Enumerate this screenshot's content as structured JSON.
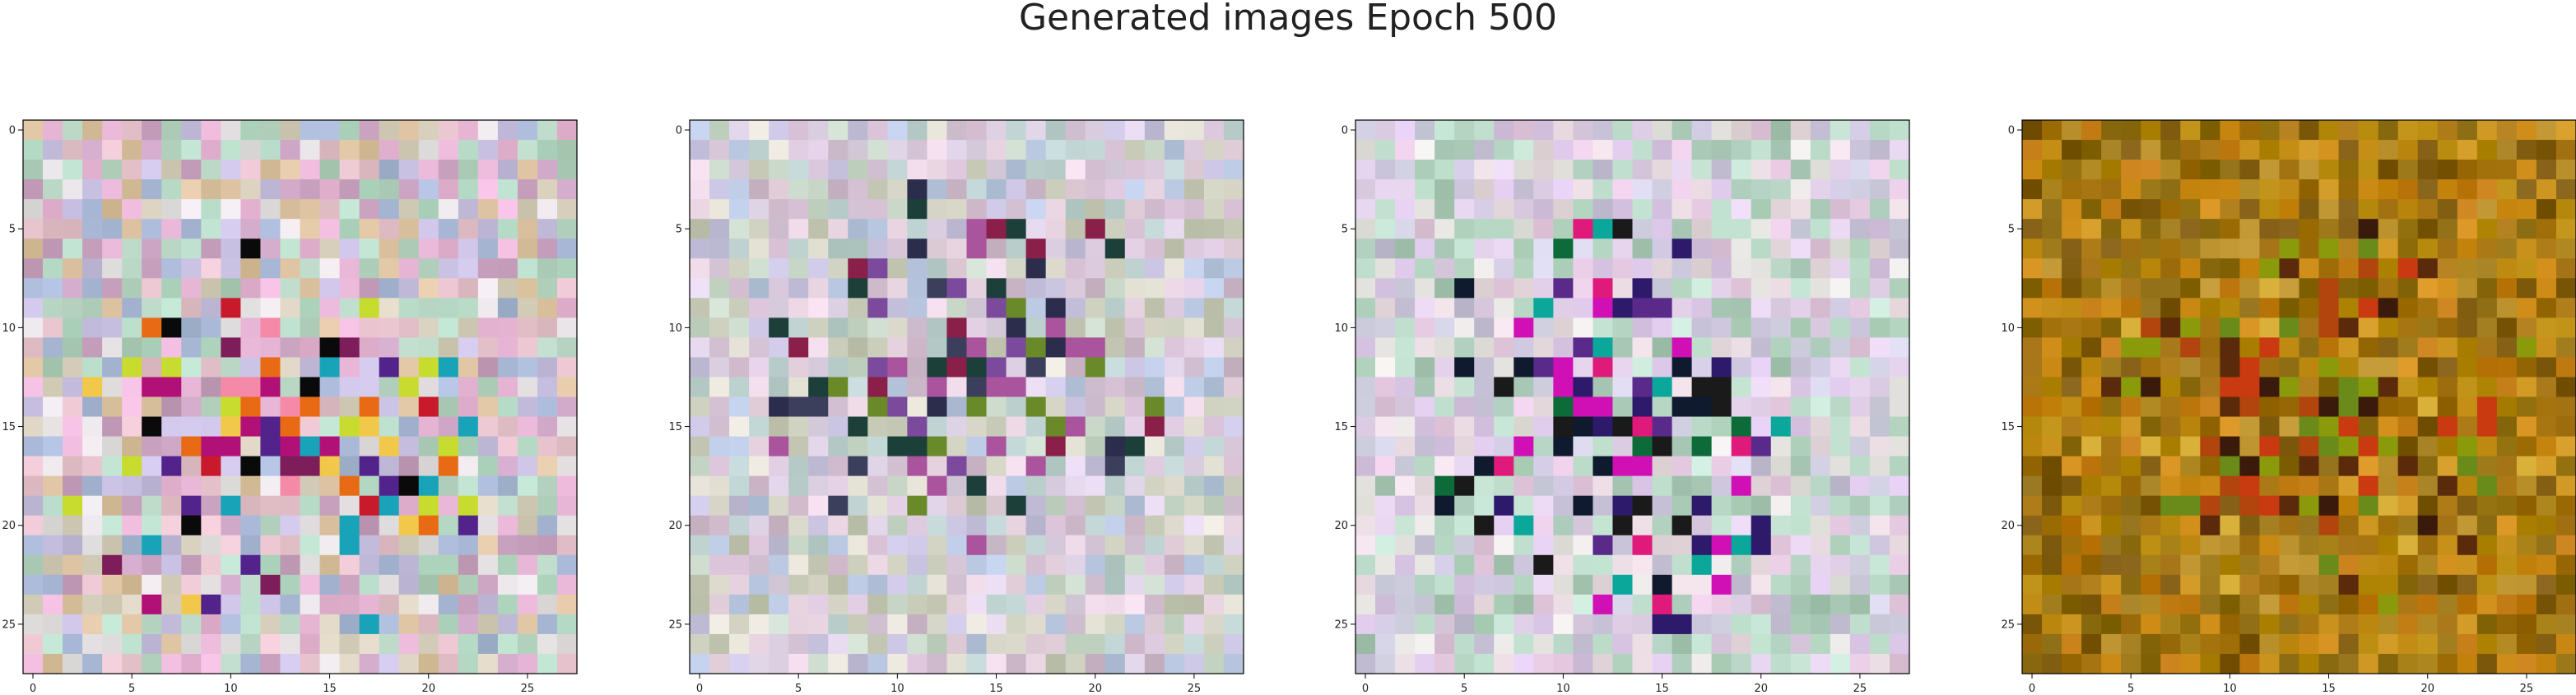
{
  "chart_data": {
    "type": "heatmap",
    "title": "Generated images Epoch 500",
    "grid": false,
    "image_size": 28,
    "xticks": [
      0,
      5,
      10,
      15,
      20,
      25
    ],
    "yticks": [
      0,
      5,
      10,
      15,
      20,
      25
    ],
    "xlim": [
      -0.5,
      27.5
    ],
    "ylim": [
      27.5,
      -0.5
    ],
    "panels": [
      {
        "index": 1,
        "palette": [
          "#e7c3cd",
          "#c7bfe0",
          "#d8d0bd",
          "#b3d1be",
          "#e6e2e4",
          "#c9a2c0",
          "#a9b8d6",
          "#dcc2a0",
          "#e9b7d7",
          "#b8dcc8"
        ],
        "accents": [
          "#c81a2a",
          "#e96a14",
          "#b11177",
          "#7d1d5a",
          "#f2c84a",
          "#52238a",
          "#0a0a0a",
          "#c8db2f",
          "#19a3b8",
          "#f58aa8"
        ],
        "hotspot": [
          16,
          13
        ]
      },
      {
        "index": 2,
        "palette": [
          "#d8c6d9",
          "#c9d8c9",
          "#dfd3e6",
          "#c7c2de",
          "#e3e0d4",
          "#bcd0ce",
          "#d2bccf",
          "#c6c9b6",
          "#ead6e3",
          "#b9c7e0"
        ],
        "accents": [
          "#3c3f5c",
          "#7b4a9c",
          "#8a1f4a",
          "#1d3f3a",
          "#6a8a2a",
          "#a9549d",
          "#2c2c4c"
        ],
        "hotspot": [
          12,
          13
        ]
      },
      {
        "index": 3,
        "palette": [
          "#e3d2ea",
          "#c4e2d2",
          "#d3d2e4",
          "#e4c8df",
          "#c8c2d8",
          "#e8e6e3",
          "#b7d8c4",
          "#dbc7e7",
          "#a9c8b6",
          "#e9dbe1"
        ],
        "accents": [
          "#0f1a2e",
          "#d00fb5",
          "#2d1a6b",
          "#0d6b3a",
          "#0ba79a",
          "#5a2a8a",
          "#1a1a1a",
          "#e01a7a"
        ],
        "hotspot": [
          15,
          13
        ]
      },
      {
        "index": 4,
        "palette": [
          "#c07a12",
          "#b4880a",
          "#9a6a0a",
          "#c9931d",
          "#7e5a0e",
          "#a87612",
          "#d08e1a",
          "#8a6a10",
          "#b88f2a",
          "#9e7a1a"
        ],
        "accents": [
          "#5a2a0a",
          "#8a9a0a",
          "#3a1a0a",
          "#b2440e",
          "#c93a10",
          "#6a8a1a",
          "#d8b03a"
        ],
        "hotspot": [
          14,
          14
        ]
      }
    ]
  }
}
